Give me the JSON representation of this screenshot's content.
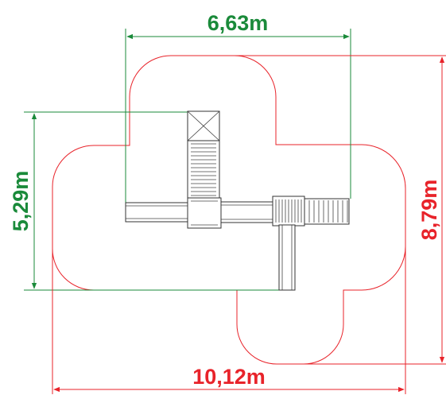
{
  "dimensions": {
    "top_width": "6,63m",
    "left_height": "5,29m",
    "right_height": "8,79m",
    "bottom_width": "10,12m"
  },
  "colors": {
    "safety_zone": "#e8232a",
    "equipment_dims": "#1a8a3a",
    "equipment_stroke": "#333333"
  }
}
